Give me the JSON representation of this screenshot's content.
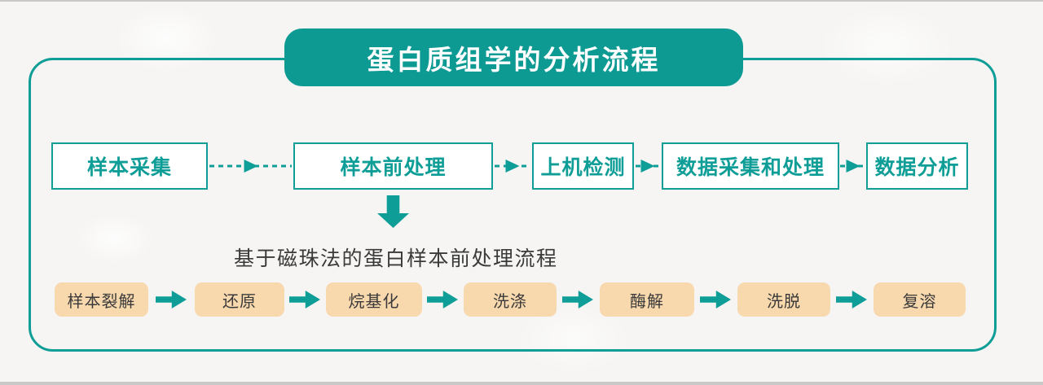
{
  "colors": {
    "teal": "#0F9E97",
    "teal_dark": "#0C9A93",
    "peach": "#F8D8AD",
    "text_dark": "#3A3A3A",
    "background": "#F6F5F3"
  },
  "title": {
    "text": "蛋白质组学的分析流程"
  },
  "main_flow": {
    "steps": [
      "样本采集",
      "样本前处理",
      "上机检测",
      "数据采集和处理",
      "数据分析"
    ]
  },
  "sub_flow": {
    "heading": "基于磁珠法的蛋白样本前处理流程",
    "steps": [
      "样本裂解",
      "还原",
      "烷基化",
      "洗涤",
      "酶解",
      "洗脱",
      "复溶"
    ]
  }
}
